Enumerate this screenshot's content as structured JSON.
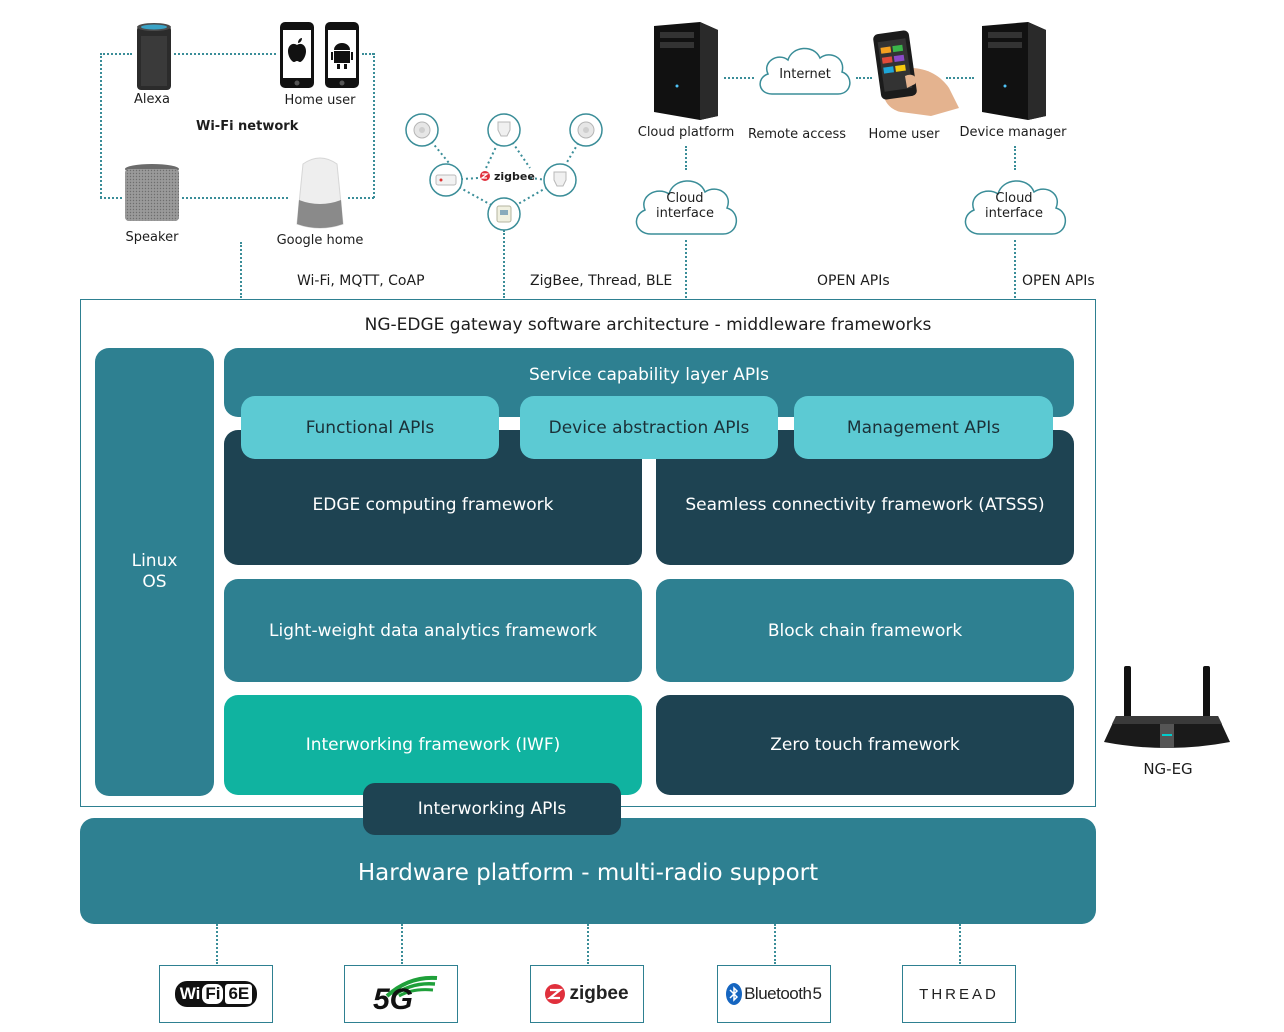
{
  "devices": {
    "alexa": "Alexa",
    "home_user_phones": "Home user",
    "wifi_network": "Wi-Fi network",
    "speaker": "Speaker",
    "google_home": "Google home",
    "zigbee_hub": "zigbee",
    "cloud_platform": "Cloud platform",
    "internet": "Internet",
    "remote_access": "Remote access",
    "home_user_remote": "Home user",
    "device_manager": "Device manager",
    "cloud_interface_1_line1": "Cloud",
    "cloud_interface_1_line2": "interface",
    "cloud_interface_2_line1": "Cloud",
    "cloud_interface_2_line2": "interface"
  },
  "protocols": {
    "wifi": "Wi-Fi, MQTT, CoAP",
    "zigbee": "ZigBee, Thread, BLE",
    "open_apis_1": "OPEN APIs",
    "open_apis_2": "OPEN APIs"
  },
  "architecture": {
    "title": "NG-EDGE gateway software architecture - middleware frameworks",
    "linux_line1": "Linux",
    "linux_line2": "OS",
    "service_layer": "Service capability layer APIs",
    "functional_apis": "Functional APIs",
    "device_abstraction_apis": "Device abstraction APIs",
    "management_apis": "Management APIs",
    "edge_computing": "EDGE computing framework",
    "seamless_connectivity": "Seamless connectivity framework (ATSSS)",
    "data_analytics": "Light-weight data analytics framework",
    "block_chain": "Block chain framework",
    "interworking_framework": "Interworking framework (IWF)",
    "zero_touch": "Zero touch framework",
    "interworking_apis": "Interworking APIs",
    "hardware_platform": "Hardware platform - multi-radio support",
    "router_label": "NG-EG"
  },
  "technologies": {
    "wifi6e_a": "Wi",
    "wifi6e_b": "Fi",
    "wifi6e_c": "6E",
    "fiveg": "5G",
    "zigbee": "zigbee",
    "bluetooth": "Bluetooth",
    "bluetooth_version": "5",
    "thread": "THREAD"
  },
  "colors": {
    "teal": "#2e8091",
    "dark": "#1e4352",
    "light": "#5ccad3",
    "green": "#10b3a0"
  }
}
